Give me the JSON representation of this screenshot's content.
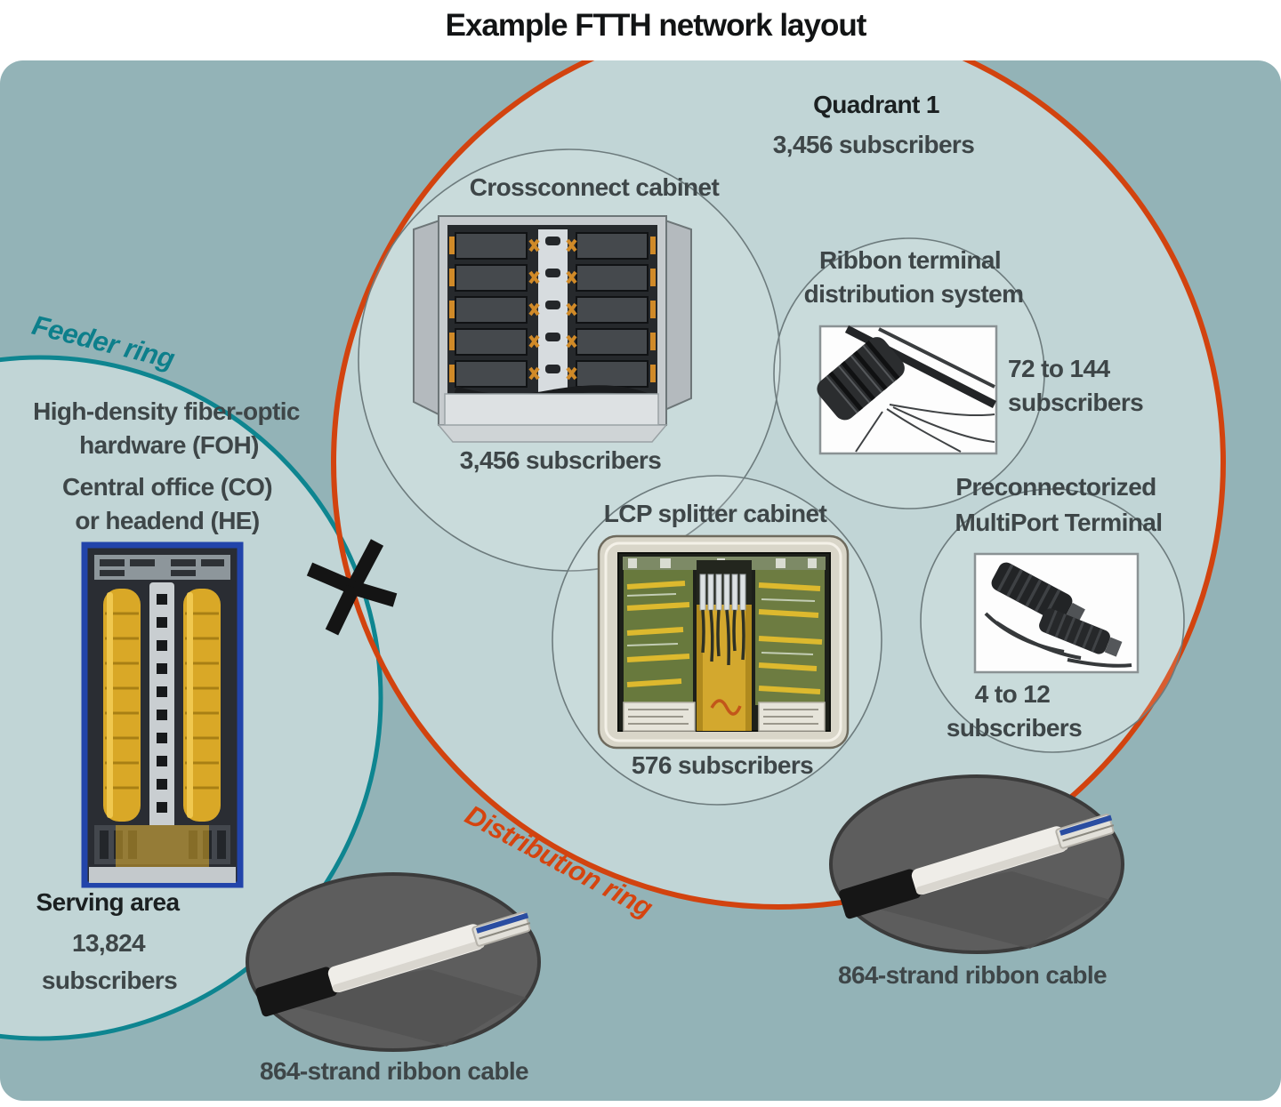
{
  "title": "Example FTTH network layout",
  "rings": {
    "feeder": {
      "label": "Feeder ring",
      "color": "#0e8590"
    },
    "distribution": {
      "label": "Distribution ring",
      "color": "#d2430f"
    }
  },
  "quadrant": {
    "name": "Quadrant 1",
    "subscribers": "3,456 subscribers"
  },
  "components": {
    "crossconnect": {
      "label": "Crossconnect cabinet",
      "subscribers": "3,456 subscribers"
    },
    "ribbon_terminal": {
      "label_line1": "Ribbon terminal",
      "label_line2": "distribution system",
      "capacity_line1": "72 to 144",
      "capacity_line2": "subscribers"
    },
    "lcp": {
      "label": "LCP splitter cabinet",
      "subscribers": "576 subscribers"
    },
    "multiport": {
      "label_line1": "Preconnectorized",
      "label_line2": "MultiPort Terminal",
      "capacity_line1": "4 to 12",
      "capacity_line2": "subscribers"
    }
  },
  "central_office": {
    "hardware_line1": "High-density fiber-optic",
    "hardware_line2": "hardware (FOH)",
    "office_line1": "Central office (CO)",
    "office_line2": "or headend (HE)",
    "serving_area_label": "Serving area",
    "subscribers_line1": "13,824",
    "subscribers_line2": "subscribers"
  },
  "cables": {
    "left_label": "864-strand ribbon cable",
    "right_label": "864-strand ribbon cable"
  },
  "palette": {
    "panel_background": "#93b3b7",
    "ring_inner_fill": "#c1d5d6",
    "label_gray": "#3e4648",
    "label_black": "#1b2021"
  }
}
